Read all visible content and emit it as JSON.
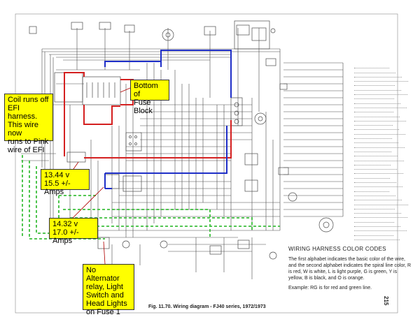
{
  "callouts": {
    "coil": {
      "lines": [
        "Coil runs off",
        "EFI harness.",
        "This wire now",
        "runs to Pink",
        "wire of EFI"
      ]
    },
    "fuse_block": {
      "lines": [
        "Bottom of",
        "Fuse Block"
      ]
    },
    "reading_1": {
      "lines": [
        "13.44 v",
        "15.5 +/- Amps"
      ]
    },
    "reading_2": {
      "lines": [
        "14.32 v",
        "17.0 +/- Amps"
      ]
    },
    "alternator": {
      "lines": [
        "No Alternator",
        "relay, Light",
        "Switch and",
        "Head Lights",
        "on Fuse 1"
      ]
    }
  },
  "color_codes": {
    "heading": "WIRING HARNESS COLOR CODES",
    "paragraph_1": "The first alphabet indicates the basic color of the wire, and the second alphabet indicates the spiral line color, R is red, W is white, L is light purple, G is green, Y is yellow, B is black, and O is orange.",
    "paragraph_2": "Example: RG is for red and green line."
  },
  "figure_caption": "Fig. 11.70. Wiring diagram - FJ40 series, 1972/1973",
  "page_number": "215",
  "colors": {
    "red_wire": "#d42020",
    "blue_wire": "#1f2fc8",
    "green_wire": "#3cbf3c",
    "callout_fill": "#ffff00",
    "schematic_line": "#4a4a4a"
  }
}
